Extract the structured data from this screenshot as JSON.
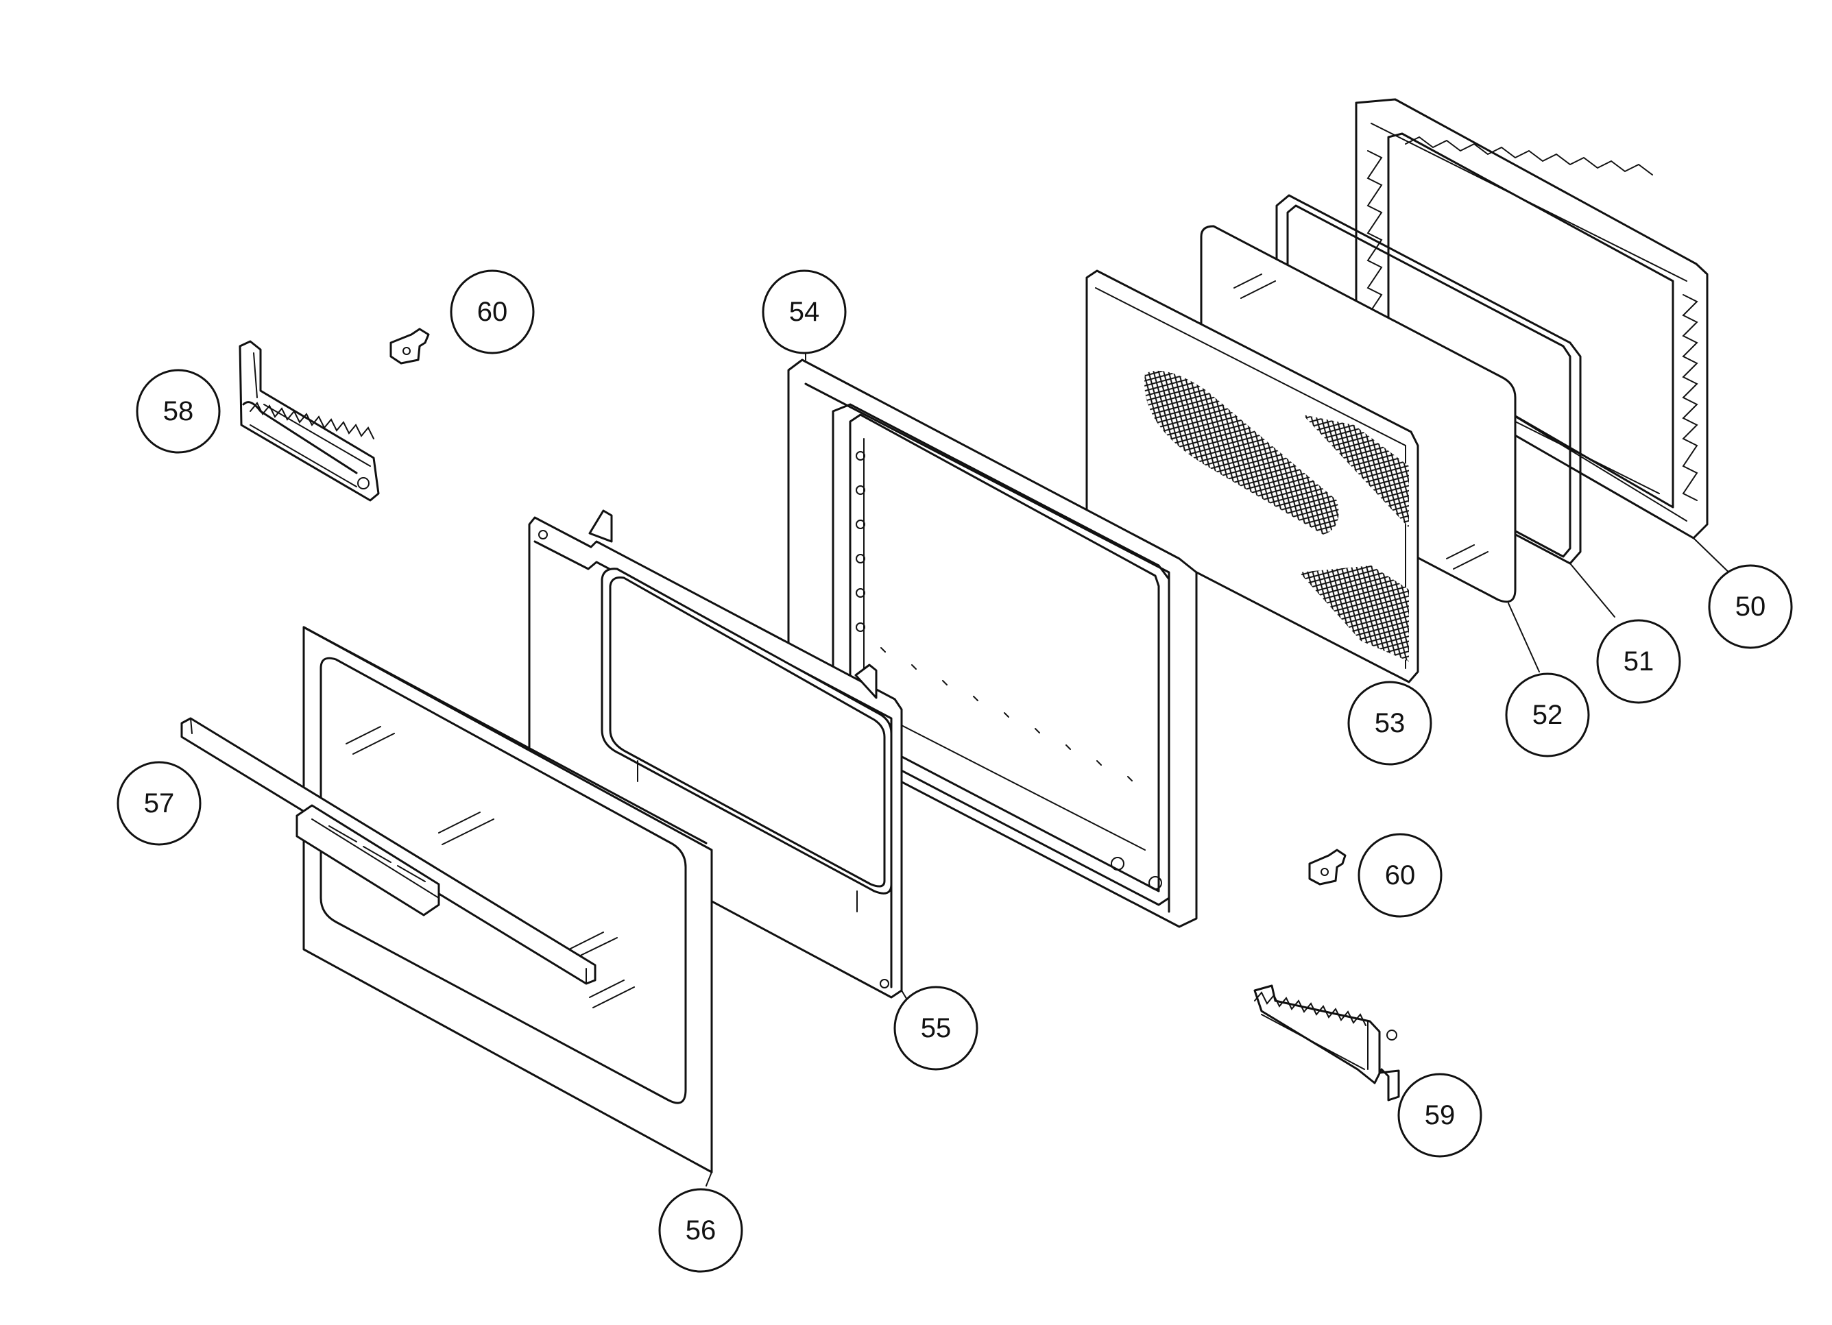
{
  "diagram": {
    "type": "exploded-parts-view",
    "parts": [
      {
        "id": "part-50",
        "label": "50"
      },
      {
        "id": "part-51",
        "label": "51"
      },
      {
        "id": "part-52",
        "label": "52"
      },
      {
        "id": "part-53",
        "label": "53"
      },
      {
        "id": "part-54",
        "label": "54"
      },
      {
        "id": "part-55",
        "label": "55"
      },
      {
        "id": "part-56",
        "label": "56"
      },
      {
        "id": "part-57",
        "label": "57"
      },
      {
        "id": "part-58",
        "label": "58"
      },
      {
        "id": "part-59",
        "label": "59"
      },
      {
        "id": "part-60-top",
        "label": "60"
      },
      {
        "id": "part-60-bottom",
        "label": "60"
      }
    ]
  },
  "colors": {
    "line": "#111111",
    "background": "#ffffff"
  }
}
